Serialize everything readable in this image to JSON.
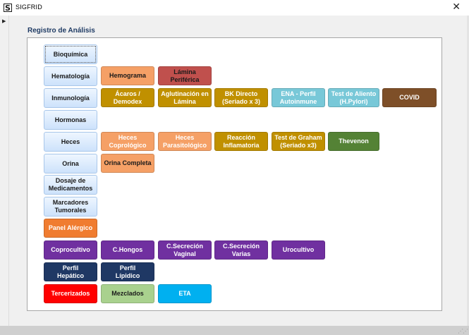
{
  "window": {
    "title": "SIGFRID",
    "close_glyph": "✕",
    "icon_glyph": "S"
  },
  "nav": {
    "arrow_glyph": "▶"
  },
  "section": {
    "title": "Registro de Análisis"
  },
  "categories": [
    {
      "label": "Bioquímica",
      "selected": true
    },
    {
      "label": "Hematología"
    },
    {
      "label": "Inmunología"
    },
    {
      "label": "Hormonas"
    },
    {
      "label": "Heces"
    },
    {
      "label": "Orina"
    },
    {
      "label": "Dosaje de\nMedicamentos"
    },
    {
      "label": "Marcadores\nTumorales"
    }
  ],
  "hematologia_tests": [
    {
      "label": "Hemograma",
      "color": "#f5a066"
    },
    {
      "label": "Lámina Periférica",
      "color": "#c0504d"
    }
  ],
  "inmunologia_tests": [
    {
      "label": "Ácaros /\nDemodex",
      "color": "#c09000"
    },
    {
      "label": "Aglutinación en\nLámina",
      "color": "#c09000"
    },
    {
      "label": "BK Directo\n(Seriado x 3)",
      "color": "#c09000"
    },
    {
      "label": "ENA - Perfil\nAutoinmune",
      "color": "#78c8d8"
    },
    {
      "label": "Test de Aliento\n(H.Pylori)",
      "color": "#78c8d8"
    },
    {
      "label": "COVID",
      "color": "#7e4f28"
    }
  ],
  "heces_tests": [
    {
      "label": "Heces\nCoprológico",
      "color": "#f5a066"
    },
    {
      "label": "Heces\nParasitológico",
      "color": "#f5a066"
    },
    {
      "label": "Reacción\nInflamatoria",
      "color": "#c09000"
    },
    {
      "label": "Test de Graham\n(Seriado x3)",
      "color": "#c09000"
    },
    {
      "label": "Thevenon",
      "color": "#548235"
    }
  ],
  "orina_tests": [
    {
      "label": "Orina Completa",
      "color": "#f5a066"
    }
  ],
  "panel_alergico": {
    "label": "Panel Alérgico",
    "color": "#f07c30"
  },
  "cultivos": [
    {
      "label": "Coprocultivo",
      "color": "#7030a0"
    },
    {
      "label": "C.Hongos",
      "color": "#7030a0"
    },
    {
      "label": "C.Secreción\nVaginal",
      "color": "#7030a0"
    },
    {
      "label": "C.Secreción\nVarias",
      "color": "#7030a0"
    },
    {
      "label": "Urocultivo",
      "color": "#7030a0"
    }
  ],
  "perfiles": [
    {
      "label": "Perfil\nHepático",
      "color": "#1f3864"
    },
    {
      "label": "Perfil\nLípidico",
      "color": "#1f3864"
    }
  ],
  "otros": [
    {
      "label": "Tercerizados",
      "color": "#ff0000"
    },
    {
      "label": "Mezclados",
      "color": "#a9d18e"
    },
    {
      "label": "ETA",
      "color": "#00b0f0"
    }
  ]
}
